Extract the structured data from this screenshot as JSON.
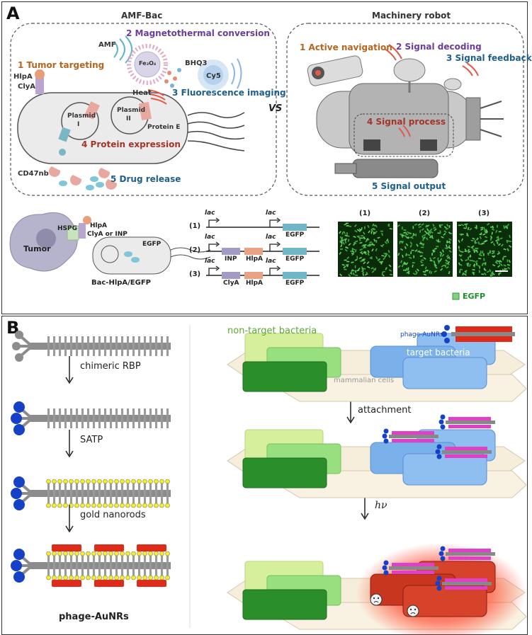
{
  "panel_a": {
    "label": "A",
    "amf_bac": {
      "title": "AMF-Bac",
      "amf": "AMF",
      "fe3o4": "Fe₃O₄",
      "bhq3": "BHQ3",
      "cy5": "Cy5",
      "heat": "Heat",
      "hlpa": "HlpA",
      "clya": "ClyA",
      "plasmid1": "Plasmid",
      "plasmid1_num": "I",
      "plasmid2": "Plasmid",
      "plasmid2_num": "II",
      "protein_e": "Protein E",
      "cd47nb": "CD47nb",
      "steps": {
        "s1": "1 Tumor targeting",
        "s2": "2 Magnetothermal conversion",
        "s3": "3 Fluorescence imaging",
        "s4": "4 Protein expression",
        "s5": "5 Drug release"
      }
    },
    "vs": "VS",
    "robot": {
      "title": "Machinery robot",
      "steps": {
        "s1": "1 Active navigation",
        "s2": "2 Signal decoding",
        "s3": "3 Signal feedback",
        "s4": "4 Signal process",
        "s5": "5 Signal output"
      }
    },
    "bottom": {
      "tumor": "Tumor",
      "hspg": "HSPG",
      "hlpa": "HlpA",
      "clya_inp": "ClyA or INP",
      "egfp": "EGFP",
      "bac_label": "Bac-HlpA/EGFP",
      "constructs": [
        {
          "num": "(1)",
          "promoters": [
            "lac",
            "lac"
          ],
          "genes": [
            "EGFP"
          ]
        },
        {
          "num": "(2)",
          "promoters": [
            "lac",
            "lac"
          ],
          "genes": [
            "INP",
            "HlpA",
            "EGFP"
          ]
        },
        {
          "num": "(3)",
          "promoters": [
            "lac",
            "lac"
          ],
          "genes": [
            "ClyA",
            "HlpA",
            "EGFP"
          ]
        }
      ],
      "micro_labels": [
        "(1)",
        "(2)",
        "(3)"
      ],
      "legend": "EGFP"
    },
    "colors": {
      "step1": "#b5651d",
      "step2": "#6a3d9a",
      "step3": "#1f5f8b",
      "step4": "#a5342b",
      "step5": "#1f5f8b",
      "egfp": "#1a8f2a"
    }
  },
  "panel_b": {
    "label": "B",
    "steps": [
      "chimeric RBP",
      "SATP",
      "gold nanorods"
    ],
    "product": "phage-AuNRs",
    "non_target": "non-target bacteria",
    "phage_legend": "phage-AuNRs",
    "target": "target bacteria",
    "mammalian": "mammalian cells",
    "attachment": "attachment",
    "hv": "hν"
  }
}
